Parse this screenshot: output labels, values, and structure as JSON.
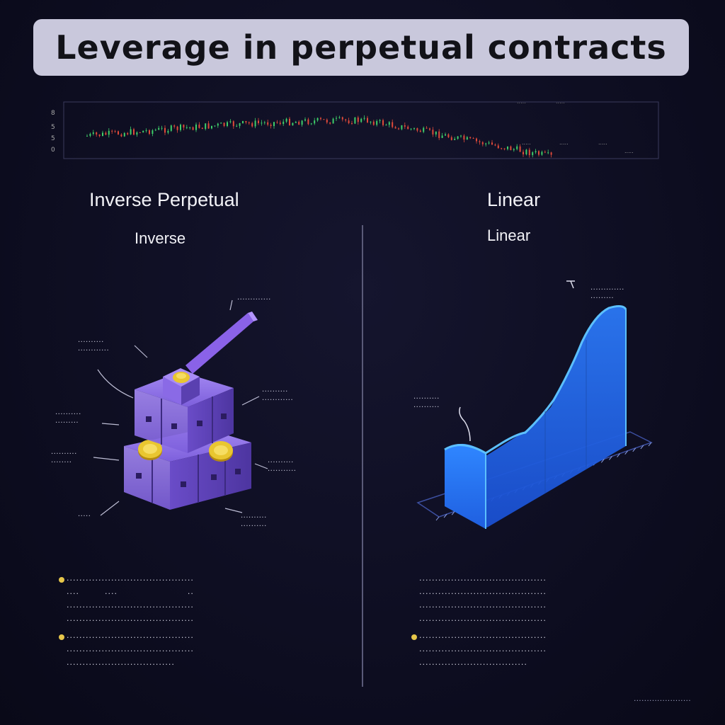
{
  "title": "Leverage in perpetual contracts",
  "ticker": {
    "colors": {
      "up": "#3ecf6a",
      "down": "#e04a3a",
      "frame": "#3a3a5c"
    }
  },
  "left": {
    "heading": "Inverse Perpetual",
    "subheading": "Inverse"
  },
  "right": {
    "heading": "Linear",
    "subheading": "Linear"
  },
  "colors": {
    "cube": "#7b5cd6",
    "coin": "#e9c630",
    "area": "#1f5fe0",
    "area_edge": "#3ba2ff",
    "bullet": "#e6c64a"
  }
}
